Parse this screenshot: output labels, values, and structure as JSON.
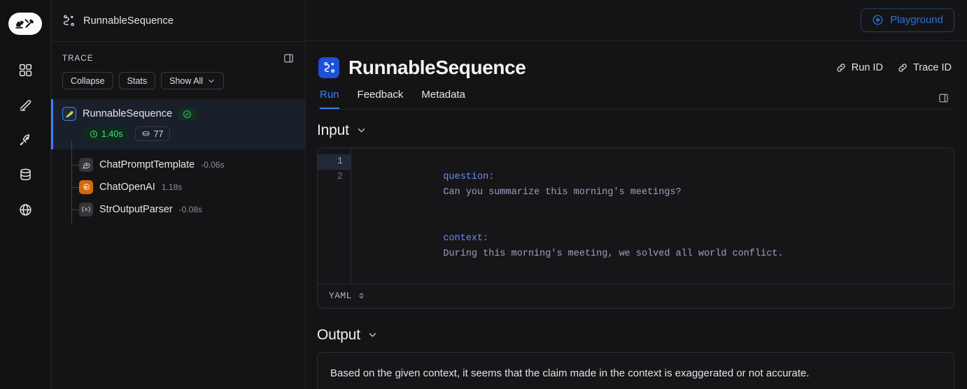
{
  "colors": {
    "accent_blue": "#3b82f6",
    "brand_blue": "#1d4fd8",
    "success_green": "#4ade80",
    "bg": "#141416",
    "panel_border": "#262629",
    "selected_row": "#1a1f2c",
    "openai_orange": "#d2690b"
  },
  "rail": {
    "logo_name": "langsmith-logo",
    "items": [
      {
        "name": "dashboard-icon",
        "label": "Dashboard"
      },
      {
        "name": "edit-icon",
        "label": "Prompts"
      },
      {
        "name": "rocket-icon",
        "label": "Deployments"
      },
      {
        "name": "database-icon",
        "label": "Datasets"
      },
      {
        "name": "globe-icon",
        "label": "Public"
      }
    ]
  },
  "trace_panel": {
    "topbar_title": "RunnableSequence",
    "topbar_icon": "workflow-icon",
    "section_label": "TRACE",
    "panel_toggle_icon": "panel-toggle-icon",
    "buttons": [
      {
        "name": "collapse-button",
        "label": "Collapse",
        "has_chevron": false
      },
      {
        "name": "stats-button",
        "label": "Stats",
        "has_chevron": false
      },
      {
        "name": "show-all-button",
        "label": "Show All",
        "has_chevron": true
      }
    ],
    "root_node": {
      "name": "RunnableSequence",
      "icon": "parrot-icon",
      "status": "success",
      "status_icon": "check-circle-icon",
      "duration": "1.40s",
      "duration_icon": "clock-icon",
      "tokens": "77",
      "tokens_icon": "tokens-icon",
      "selected": true
    },
    "children": [
      {
        "name": "ChatPromptTemplate",
        "icon": "prompt-icon",
        "duration": "-0.06s"
      },
      {
        "name": "ChatOpenAI",
        "icon": "openai-icon",
        "duration": "1.18s"
      },
      {
        "name": "StrOutputParser",
        "icon": "parser-icon",
        "icon_glyph": "{x}",
        "duration": "-0.08s"
      }
    ]
  },
  "main": {
    "playground_button": {
      "label": "Playground",
      "icon": "play-circle-icon"
    },
    "title": "RunnableSequence",
    "title_icon": "workflow-square-icon",
    "id_links": [
      {
        "name": "run-id-link",
        "label": "Run ID",
        "icon": "link-icon"
      },
      {
        "name": "trace-id-link",
        "label": "Trace ID",
        "icon": "link-icon"
      }
    ],
    "side_toggle_icon": "panel-toggle-icon",
    "tabs": [
      {
        "label": "Run",
        "active": true
      },
      {
        "label": "Feedback",
        "active": false
      },
      {
        "label": "Metadata",
        "active": false
      }
    ],
    "input_section": {
      "title": "Input",
      "chevron_icon": "chevron-down-icon",
      "lines": [
        {
          "number": "1",
          "key": "question",
          "value": "Can you summarize this morning's meetings?",
          "highlighted": true
        },
        {
          "number": "2",
          "key": "context",
          "value": "During this morning's meeting, we solved all world conflict.",
          "highlighted": false
        }
      ],
      "format": "YAML",
      "format_icon": "chevron-updown-icon"
    },
    "output_section": {
      "title": "Output",
      "chevron_icon": "chevron-down-icon",
      "text": "Based on the given context, it seems that the claim made in the context is exaggerated or not accurate."
    }
  }
}
